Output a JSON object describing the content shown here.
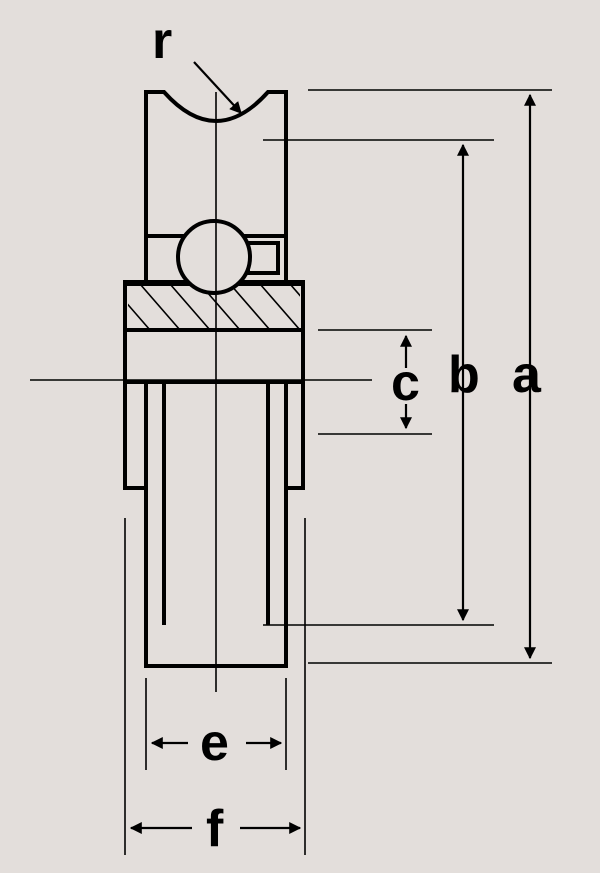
{
  "colors": {
    "background": "#e3dedb",
    "part_fill": "#e3dedb",
    "ink": "#000000"
  },
  "labels": {
    "r": "r",
    "a": "a",
    "b": "b",
    "c": "c",
    "e": "e",
    "f": "f"
  }
}
